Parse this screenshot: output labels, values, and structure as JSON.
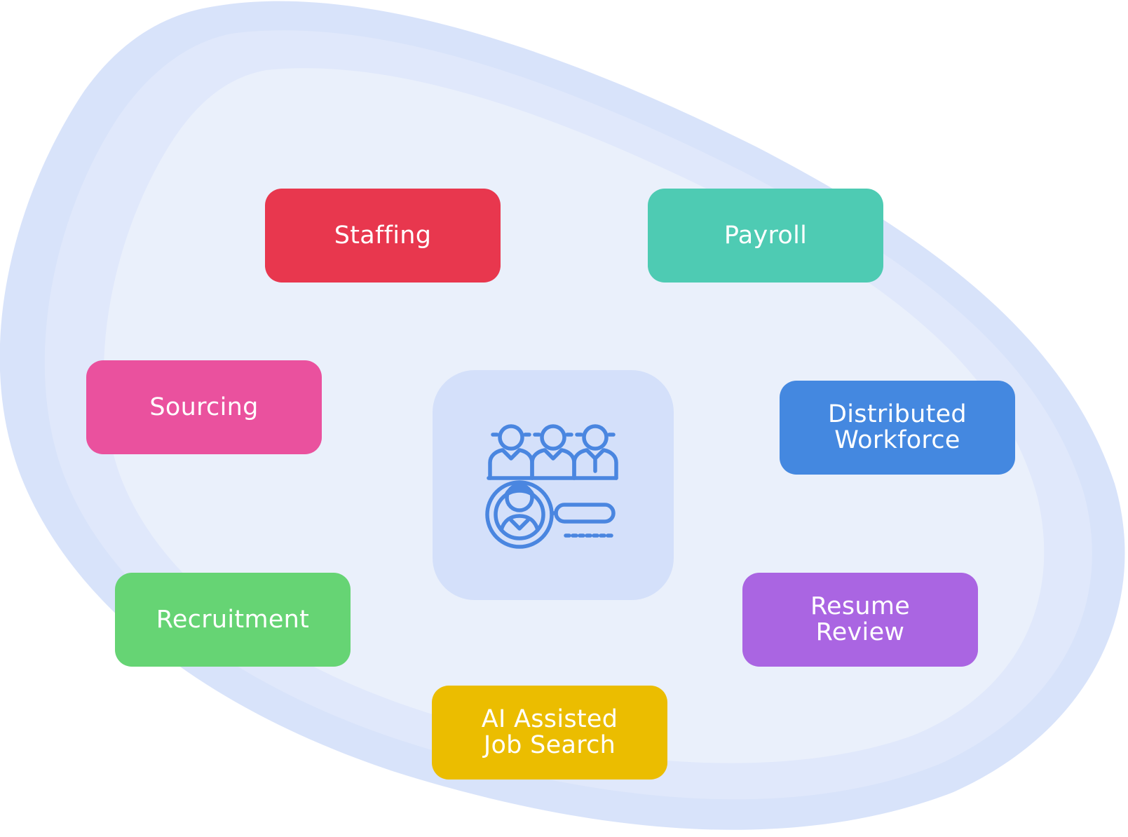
{
  "colors": {
    "blob_outer": "#d8e3fa",
    "blob_middle": "#e0e8fb",
    "blob_inner": "#eaf0fb",
    "center_tile": "#d4e0fa",
    "icon_stroke": "#4a86e0"
  },
  "center": {
    "icon": "recruitment-search-icon"
  },
  "cards": {
    "staffing": {
      "label": "Staffing",
      "color": "#e8374e"
    },
    "payroll": {
      "label": "Payroll",
      "color": "#4ecbb3"
    },
    "sourcing": {
      "label": "Sourcing",
      "color": "#ea519e"
    },
    "distributed_workforce": {
      "label": "Distributed\nWorkforce",
      "color": "#4488e0"
    },
    "recruitment": {
      "label": "Recruitment",
      "color": "#66d474"
    },
    "resume_review": {
      "label": "Resume\nReview",
      "color": "#aa65e2"
    },
    "ai_job_search": {
      "label": "AI Assisted\nJob Search",
      "color": "#ebbd00"
    }
  }
}
